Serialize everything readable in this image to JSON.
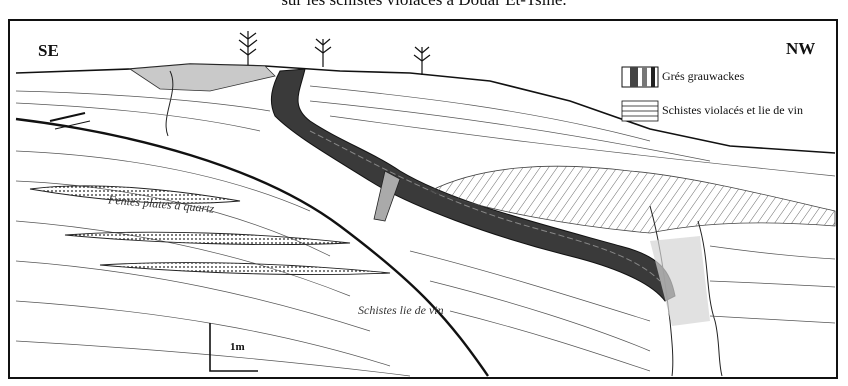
{
  "caption": "sur les schistes violacés à Douar Et-Tsine.",
  "directions": {
    "left": "SE",
    "right": "NW"
  },
  "legend": [
    {
      "label": "Grés grauwackes",
      "pattern": "dark-bands"
    },
    {
      "label": "Schistes violacés et lie de vin",
      "pattern": "horizontal-lines"
    }
  ],
  "annotations": {
    "lens_label": "Fentes plates à quartz",
    "unit_label": "Schistes lie de vin"
  },
  "scale": {
    "label": "1m"
  },
  "colors": {
    "line": "#111111",
    "grauwacke": "#3a3a3a",
    "shade": "#bdbdbd",
    "ground": "#ffffff"
  },
  "icons": [
    "tree-icon",
    "tree-icon",
    "tree-icon"
  ]
}
